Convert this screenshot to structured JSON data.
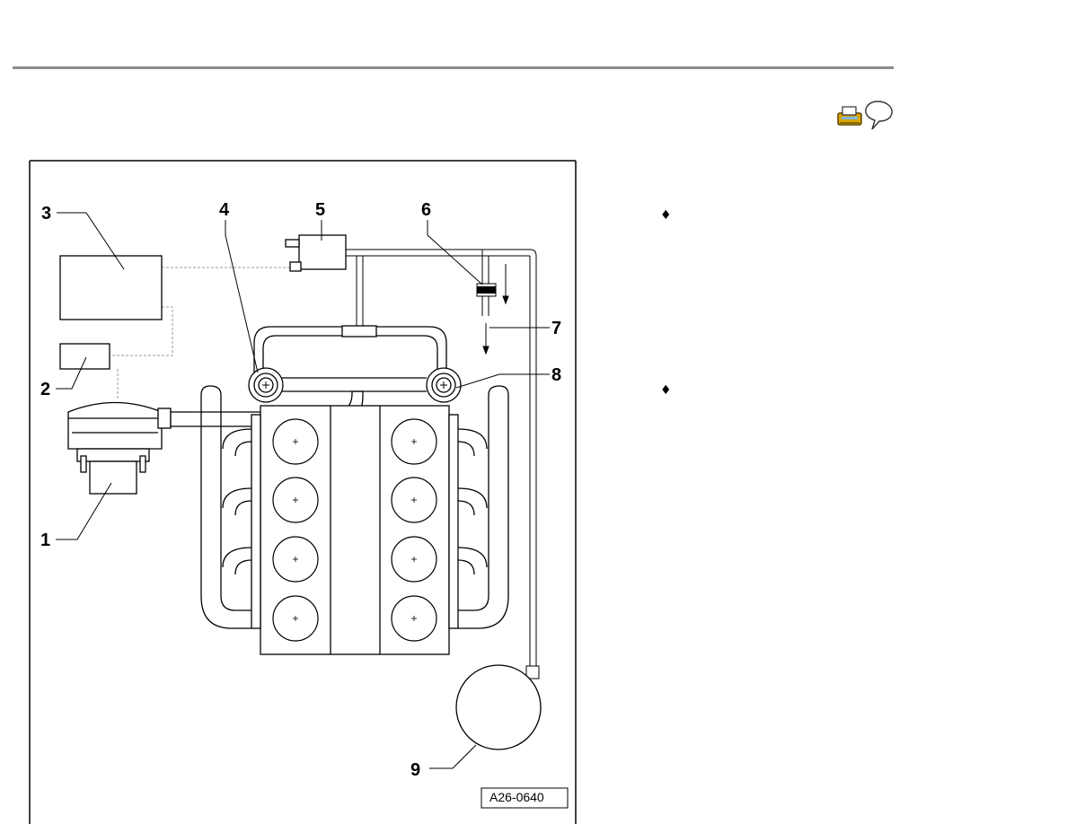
{
  "toolbar": {
    "print_icon": "print-icon",
    "comment_icon": "speech-bubble-icon"
  },
  "figure": {
    "code": "A26-0640",
    "callouts": [
      "1",
      "2",
      "3",
      "4",
      "5",
      "6",
      "7",
      "8",
      "9"
    ]
  },
  "bullets": [
    "♦",
    "♦"
  ]
}
